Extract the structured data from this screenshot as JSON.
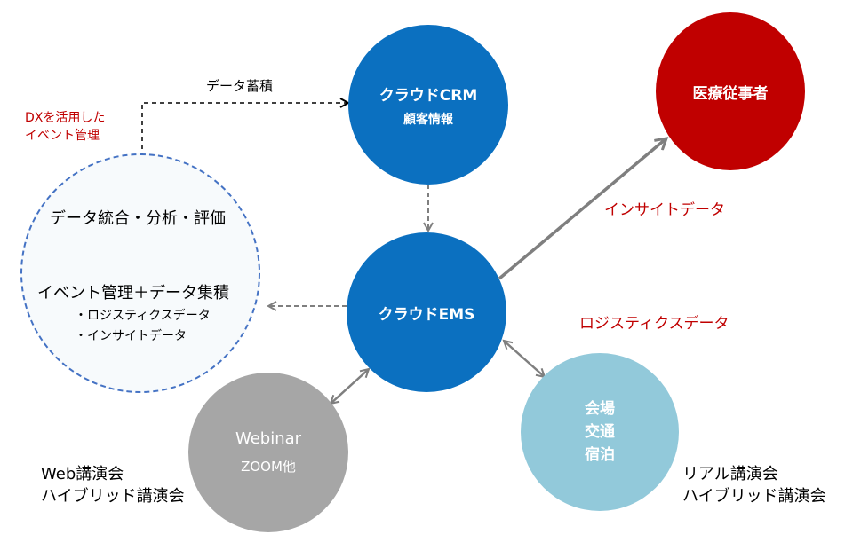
{
  "nodes": {
    "crm": {
      "title": "クラウドCRM",
      "subtitle": "顧客情報",
      "color": "#0b70c0"
    },
    "ems": {
      "title": "クラウドEMS",
      "color": "#0b70c0"
    },
    "medical": {
      "title": "医療従事者",
      "color": "#c00000"
    },
    "webinar": {
      "title": "Webinar",
      "subtitle": "ZOOM他",
      "color": "#a6a6a6"
    },
    "venue": {
      "line1": "会場",
      "line2": "交通",
      "line3": "宿泊",
      "color": "#92c9da"
    }
  },
  "dx_circle": {
    "top_label": "データ統合・分析・評価",
    "main_label": "イベント管理＋データ集積",
    "bullet1": "・ロジスティクスデータ",
    "bullet2": "・インサイトデータ",
    "border_color": "#4472c4"
  },
  "labels": {
    "dx_note_line1": "DXを活用した",
    "dx_note_line2": "イベント管理",
    "data_accumulation": "データ蓄積",
    "insight_data": "インサイトデータ",
    "logistics_data": "ロジスティクスデータ",
    "web_line1": "Web講演会",
    "web_line2": "ハイブリッド講演会",
    "real_line1": "リアル講演会",
    "real_line2": "ハイブリッド講演会"
  },
  "colors": {
    "red_text": "#c00000",
    "arrow_gray": "#7f7f7f",
    "black": "#000000"
  }
}
